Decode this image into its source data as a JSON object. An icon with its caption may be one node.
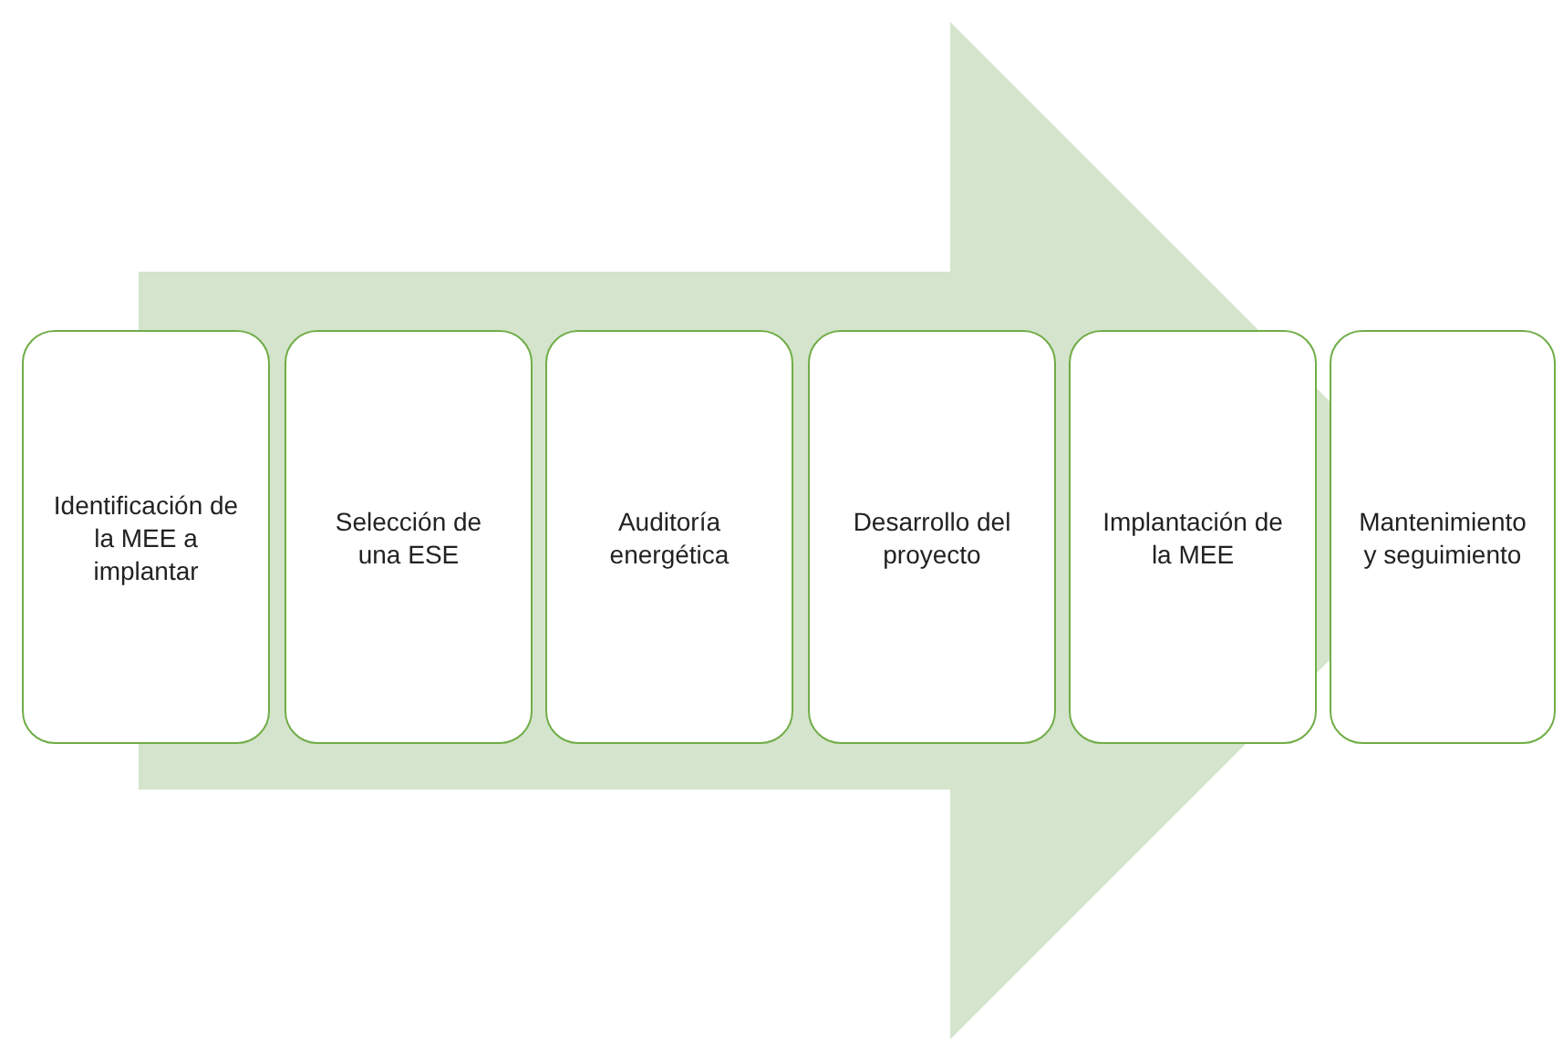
{
  "diagram": {
    "nodes": [
      {
        "text": [
          "Identificación de la MEE a implantar"
        ]
      },
      {
        "text": [
          "Selección de una ESE"
        ]
      },
      {
        "text": [
          "Auditoría energética"
        ]
      },
      {
        "text": [
          "Desarrollo del proyecto"
        ]
      },
      {
        "text": [
          "Implantación de la MEE"
        ]
      },
      {
        "text": [
          "Mantenimiento y seguimiento"
        ]
      }
    ],
    "edges": [
      {
        "from": 0,
        "to": 5,
        "arrow": "to",
        "style": "thick",
        "color": "#d5e4cc"
      }
    ]
  }
}
